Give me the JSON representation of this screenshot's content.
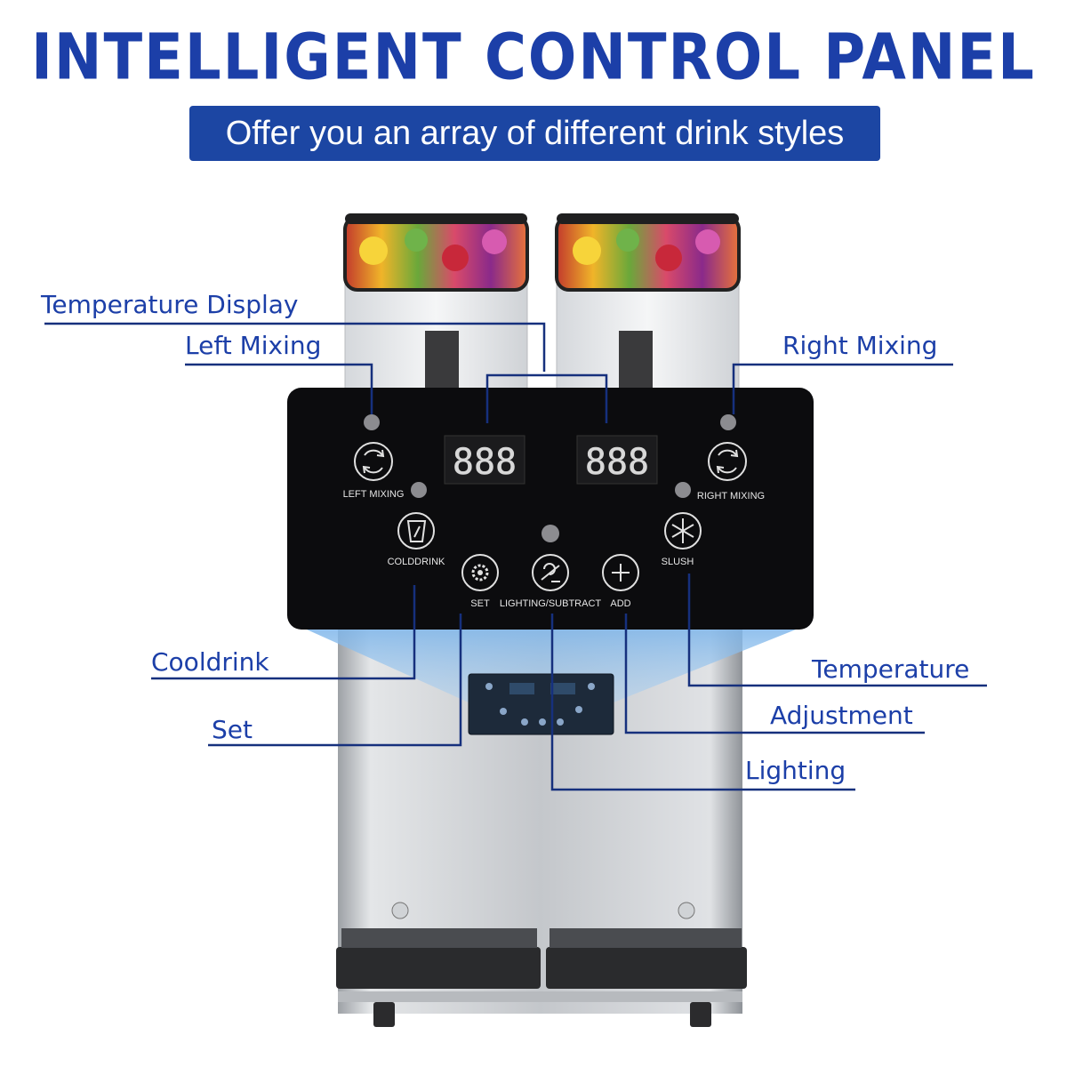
{
  "header": {
    "title": "INTELLIGENT CONTROL PANEL",
    "subtitle": "Offer you an array of different drink styles"
  },
  "callouts": {
    "temperature_display": "Temperature Display",
    "left_mixing": "Left Mixing",
    "right_mixing": "Right Mixing",
    "cooldrink": "Cooldrink",
    "set": "Set",
    "temperature": "Temperature",
    "adjustment": "Adjustment",
    "lighting": "Lighting"
  },
  "panel": {
    "left_display": "888",
    "right_display": "888",
    "left_mixing": "LEFT MIXING",
    "right_mixing": "RIGHT MIXING",
    "colddrink": "COLDDRINK",
    "slush": "SLUSH",
    "set": "SET",
    "lighting_subtract": "LIGHTING/SUBTRACT",
    "add": "ADD"
  },
  "colors": {
    "brand_blue": "#1c3fa8",
    "banner_blue": "#1c46a3",
    "panel_black": "#0c0c0e",
    "steel": "#c9ccd0"
  },
  "icons": [
    "mixing-icon",
    "cold-drink-icon",
    "slush-icon",
    "gear-icon",
    "lighting-icon",
    "plus-icon"
  ]
}
